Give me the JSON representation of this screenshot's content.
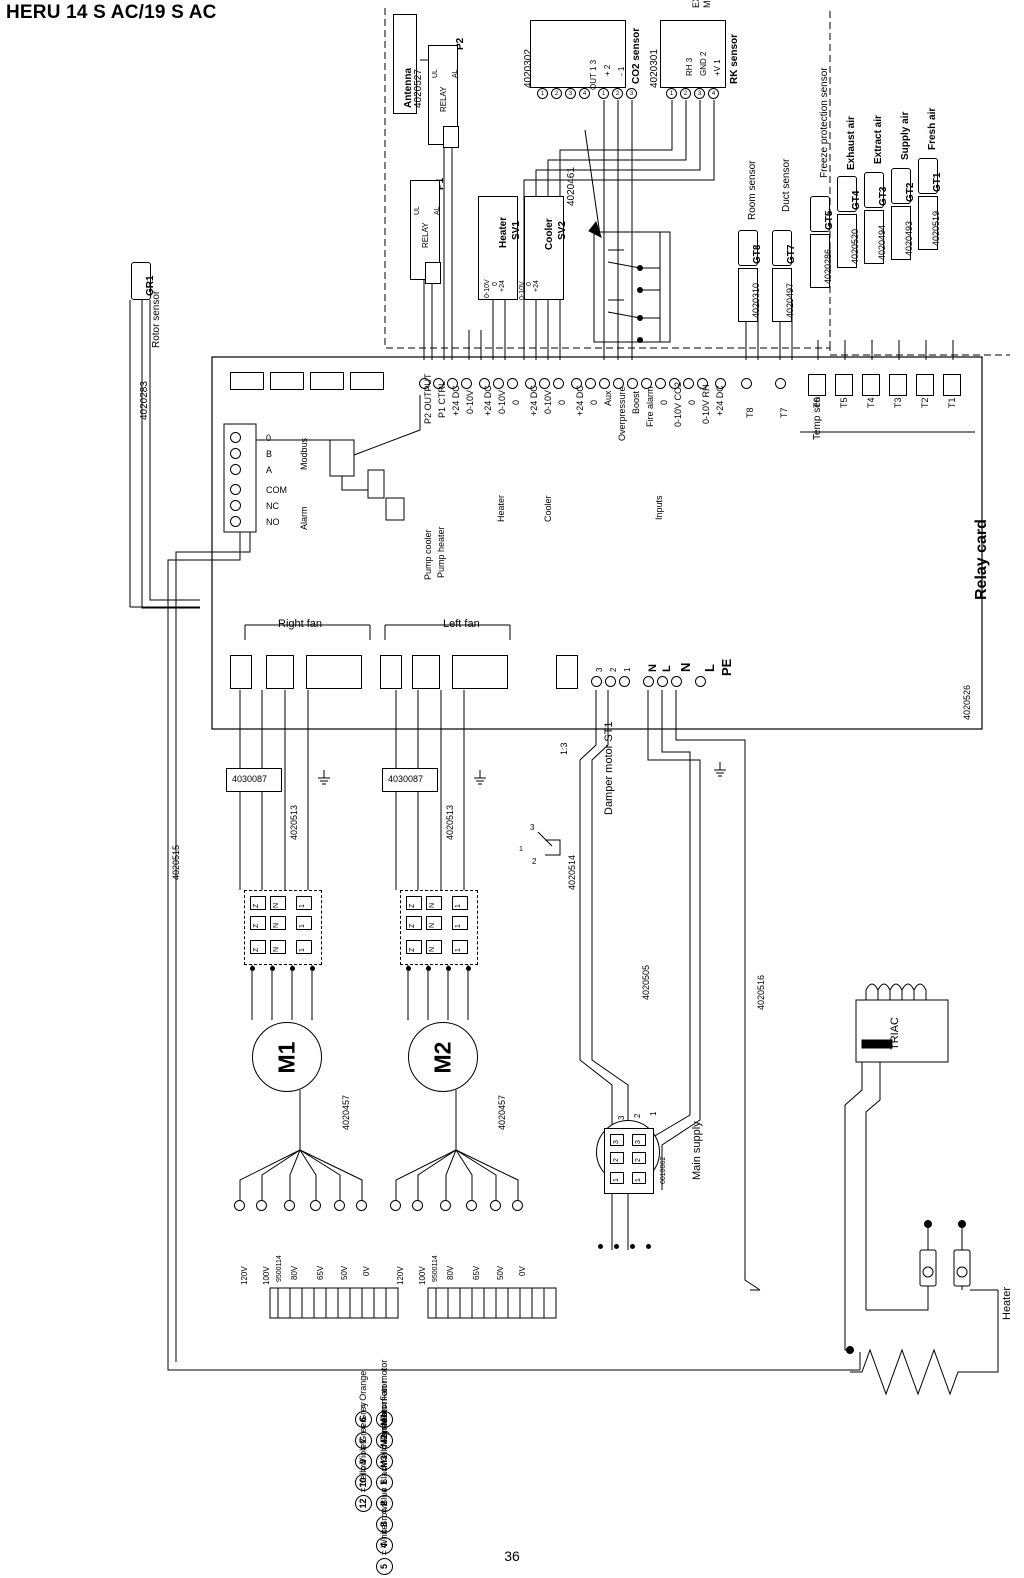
{
  "document": {
    "title": "HERU 14 S AC/19 S AC",
    "page_number": "36"
  },
  "relay_card": {
    "label": "Relay card",
    "part_number": "4020526",
    "temp_sensors_label": "Temp sensors",
    "terminal_groups": [
      {
        "name": "Pump cooler / Pump heater",
        "labels": [
          "P2 OUTPUT",
          "P1 CTRL",
          "+24 DC",
          "0-10V"
        ]
      },
      {
        "name": "Heater",
        "labels": [
          "+24 DC",
          "0-10V"
        ]
      },
      {
        "name": "Cooler",
        "labels": [
          "0",
          "+24 DC"
        ]
      },
      {
        "name": "Inputs",
        "labels": [
          "Aux",
          "Overpressure",
          "Boost",
          "Fire alarm",
          "0",
          "0-10V CO2",
          "0-10V RH",
          "+24 DC"
        ]
      }
    ],
    "temp_terminals": [
      "T8",
      "T7",
      "T6",
      "T5",
      "T4",
      "T3",
      "T2",
      "T1"
    ],
    "modbus_label": "Modbus",
    "alarm_label": "Alarm",
    "modbus_pins": [
      "0",
      "B",
      "A"
    ],
    "alarm_pins": [
      "COM",
      "NC",
      "NO"
    ],
    "fans": {
      "right": "Right fan",
      "left": "Left fan"
    },
    "mains": {
      "pe": "PE",
      "n": "N",
      "l": "L",
      "n2": "N",
      "l2": "L"
    }
  },
  "top_components": {
    "externally_mounted": "EXTERNALLY MOUNTED",
    "antenna": {
      "label": "Antenna",
      "part": "4020527"
    },
    "p2": {
      "label": "P2",
      "part": "4020302",
      "relay_text": "RELAY",
      "ul": "UL",
      "al": "AL",
      "a2": "A2"
    },
    "p1": {
      "label": "P1",
      "relay_text": "RELAY",
      "ul": "UL",
      "al": "AL",
      "a2": "A2"
    },
    "rk_sensor": {
      "label": "RK sensor",
      "part": "4020301",
      "pins": [
        "+V 1",
        "GND 2",
        "RH 3"
      ]
    },
    "co2_sensor": {
      "label": "CO2 sensor",
      "pins": [
        "- 1",
        "+ 2",
        "OUT 1 3"
      ]
    },
    "heater_sv1": {
      "label": "SV1",
      "sub": "Heater",
      "range": "0-10V"
    },
    "cooler_sv2": {
      "label": "SV2",
      "sub": "Cooler",
      "ranges": [
        "+24",
        "0",
        "0-10V"
      ]
    },
    "freeze_protection": {
      "label": "Freeze protection sensor",
      "part": "4020461"
    },
    "room_sensor": {
      "label": "Room sensor",
      "tag": "GT8",
      "part": "4020310"
    },
    "duct_sensor": {
      "label": "Duct sensor",
      "tag": "GT7",
      "part": "4020497"
    },
    "sensors": [
      {
        "name": "Freeze protection sensor",
        "tag": "GT5",
        "part": "4020286"
      },
      {
        "name": "Exhaust air",
        "tag": "GT4",
        "part": "4020520"
      },
      {
        "name": "Extract air",
        "tag": "GT3",
        "part": "4020494"
      },
      {
        "name": "Supply air",
        "tag": "GT2",
        "part": "4020493"
      },
      {
        "name": "Fresh air",
        "tag": "GT1",
        "part": "4020519"
      }
    ]
  },
  "rotor_sensor": {
    "label": "Rotor sensor",
    "tag": "GR1",
    "part": "4020283"
  },
  "cables": {
    "modbus_cable": "4020515",
    "right_fan_cable": "4020513",
    "left_fan_cable": "4020513",
    "right_fan_motor_cable": "4020457",
    "left_fan_motor_cable": "4020457",
    "right_fan_box": "4030087",
    "left_fan_box": "4030087",
    "damper_cable": "4020514",
    "main_supply_cable": "4020516",
    "m3_cable": "4020505"
  },
  "motors": {
    "m1": "M1",
    "m2": "M2",
    "m3": "M3",
    "m3_part": "6010062",
    "right_transformer_part": "9500114",
    "left_transformer_part": "9500114",
    "taps": [
      "120V",
      "100V",
      "80V",
      "65V",
      "50V",
      "0V"
    ]
  },
  "damper": {
    "label": "Damper motor ST1",
    "terminal": "1:3",
    "pins": [
      "3",
      "2",
      "1"
    ]
  },
  "main_supply": {
    "label": "Main supply"
  },
  "triac": {
    "label": "TRIAC"
  },
  "heater": {
    "label": "Heater"
  },
  "legend": {
    "items": [
      {
        "code": "M1",
        "text": "= Fan motor"
      },
      {
        "code": "M2",
        "text": "= Fan motor"
      },
      {
        "code": "M3",
        "text": "= Fan motor"
      },
      {
        "code": "1",
        "text": "= Yellow/green"
      },
      {
        "code": "2",
        "text": "= Black"
      },
      {
        "code": "3",
        "text": "= Blue"
      },
      {
        "code": "4",
        "text": "= Brown"
      },
      {
        "code": "5",
        "text": "= White"
      },
      {
        "code": "6",
        "text": "= Orange"
      },
      {
        "code": "7",
        "text": "= Grey"
      },
      {
        "code": "9",
        "text": "= Green"
      },
      {
        "code": "10",
        "text": "= Violet"
      },
      {
        "code": "12",
        "text": "= Yellow"
      }
    ]
  }
}
